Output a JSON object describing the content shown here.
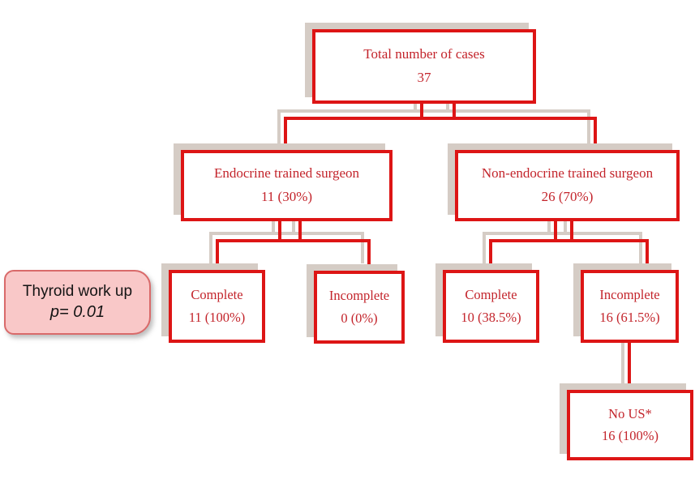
{
  "diagram": {
    "type": "flowchart",
    "nodes": {
      "total": {
        "label": "Total number of cases",
        "value": "37"
      },
      "endocrine": {
        "label": "Endocrine trained surgeon",
        "value": "11 (30%)"
      },
      "non_endocrine": {
        "label": "Non-endocrine trained surgeon",
        "value": "26 (70%)"
      },
      "endocrine_complete": {
        "label": "Complete",
        "value": "11 (100%)"
      },
      "endocrine_incomplete": {
        "label": "Incomplete",
        "value": "0 (0%)"
      },
      "non_endocrine_complete": {
        "label": "Complete",
        "value": "10 (38.5%)"
      },
      "non_endocrine_incomplete": {
        "label": "Incomplete",
        "value": "16 (61.5%)"
      },
      "no_us": {
        "label": "No US*",
        "value": "16 (100%)"
      }
    },
    "callout": {
      "title": "Thyroid work up",
      "p_value": "p= 0.01"
    },
    "colors": {
      "box_border": "#DD1515",
      "box_text": "#C3242B",
      "connector": "#DD1515",
      "shadow": "#D5CCC5",
      "callout_fill": "#F9C8C8",
      "callout_border": "#D96A6A",
      "callout_text": "#141414",
      "background": "#FFFFFF"
    }
  }
}
